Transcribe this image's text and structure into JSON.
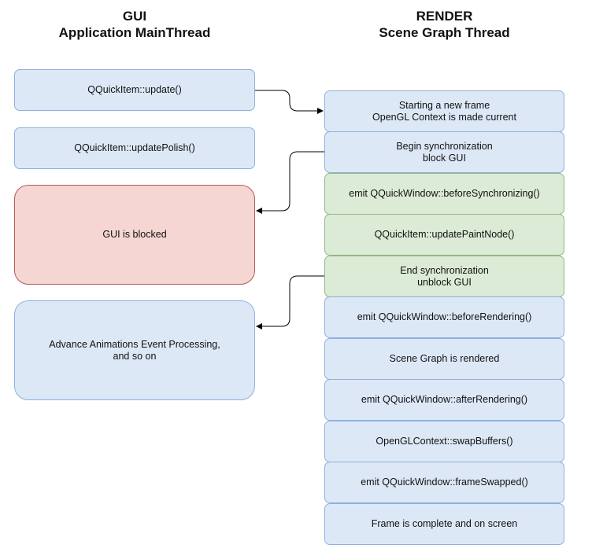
{
  "headings": {
    "gui": {
      "line1": "GUI",
      "line2": "Application MainThread"
    },
    "render": {
      "line1": "RENDER",
      "line2": "Scene Graph Thread"
    }
  },
  "gui_boxes": [
    {
      "lines": [
        "QQuickItem::update()"
      ],
      "style": "blue"
    },
    {
      "lines": [
        "QQuickItem::updatePolish()"
      ],
      "style": "blue"
    },
    {
      "lines": [
        "GUI is blocked"
      ],
      "style": "red"
    },
    {
      "lines": [
        "Advance Animations Event Processing,",
        "and so on"
      ],
      "style": "blue"
    }
  ],
  "render_boxes": [
    {
      "lines": [
        "Starting a new frame",
        "OpenGL Context is made current"
      ],
      "style": "blue"
    },
    {
      "lines": [
        "Begin synchronization",
        "block GUI"
      ],
      "style": "blue"
    },
    {
      "lines": [
        "emit QQuickWindow::beforeSynchronizing()"
      ],
      "style": "green"
    },
    {
      "lines": [
        "QQuickItem::updatePaintNode()"
      ],
      "style": "green"
    },
    {
      "lines": [
        "End synchronization",
        "unblock GUI"
      ],
      "style": "green"
    },
    {
      "lines": [
        "emit QQuickWindow::beforeRendering()"
      ],
      "style": "blue"
    },
    {
      "lines": [
        "Scene Graph is rendered"
      ],
      "style": "blue"
    },
    {
      "lines": [
        "emit QQuickWindow::afterRendering()"
      ],
      "style": "blue"
    },
    {
      "lines": [
        "OpenGLContext::swapBuffers()"
      ],
      "style": "blue"
    },
    {
      "lines": [
        "emit QQuickWindow::frameSwapped()"
      ],
      "style": "blue"
    },
    {
      "lines": [
        "Frame is complete and on screen"
      ],
      "style": "blue"
    }
  ],
  "colors": {
    "blue_fill": "#dde8f7",
    "blue_stroke": "#8fb0dc",
    "green_fill": "#dcebd6",
    "green_stroke": "#93b883",
    "red_fill": "#f5d6d3",
    "red_stroke": "#b55a52",
    "arrow": "#000000"
  }
}
